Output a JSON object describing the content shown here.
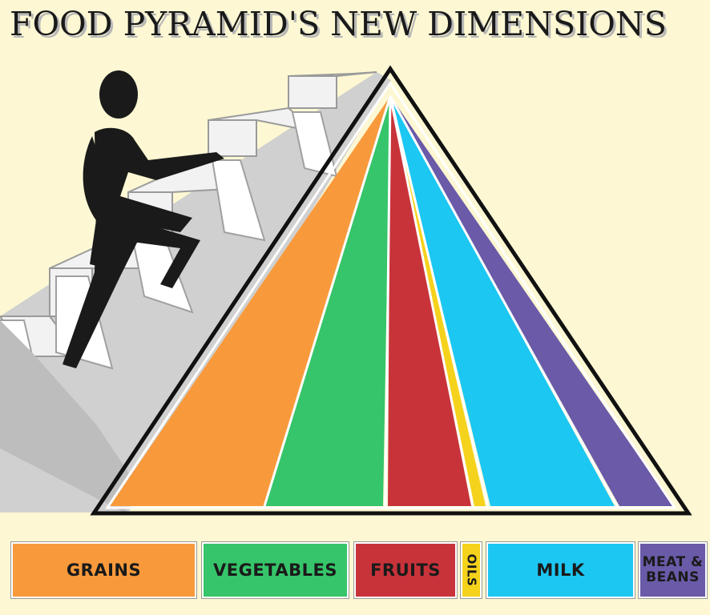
{
  "title": "FOOD PYRAMID'S NEW DIMENSIONS",
  "groups": [
    {
      "key": "grains",
      "label": "GRAINS",
      "color": "#f89a3c"
    },
    {
      "key": "vegetables",
      "label": "VEGETABLES",
      "color": "#36c56a"
    },
    {
      "key": "fruits",
      "label": "FRUITS",
      "color": "#c8333a"
    },
    {
      "key": "oils",
      "label": "OILS",
      "color": "#f5d21c"
    },
    {
      "key": "milk",
      "label": "MILK",
      "color": "#1cc7f2"
    },
    {
      "key": "meat_beans",
      "label": "MEAT &\nBEANS",
      "color": "#6a5aa8"
    }
  ],
  "colors": {
    "background": "#fdf8d3",
    "stairs": "#e6e6e6",
    "figure": "#1a1a1a"
  },
  "icons": [
    "stair-climber-icon",
    "staircase-icon"
  ]
}
